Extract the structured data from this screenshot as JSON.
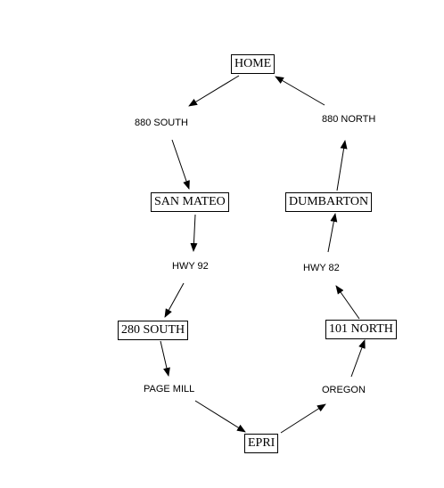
{
  "nodes": {
    "home": "HOME",
    "san_mateo": "SAN MATEO",
    "south_280": "280 SOUTH",
    "epri": "EPRI",
    "north_101": "101 NORTH",
    "dumbarton": "DUMBARTON"
  },
  "roads": {
    "south_880": "880 SOUTH",
    "hwy_92": "HWY 92",
    "page_mill": "PAGE MILL",
    "oregon": "OREGON",
    "hwy_82": "HWY 82",
    "north_880": "880 NORTH"
  },
  "colors": {
    "line": "#000000",
    "background": "#ffffff"
  }
}
